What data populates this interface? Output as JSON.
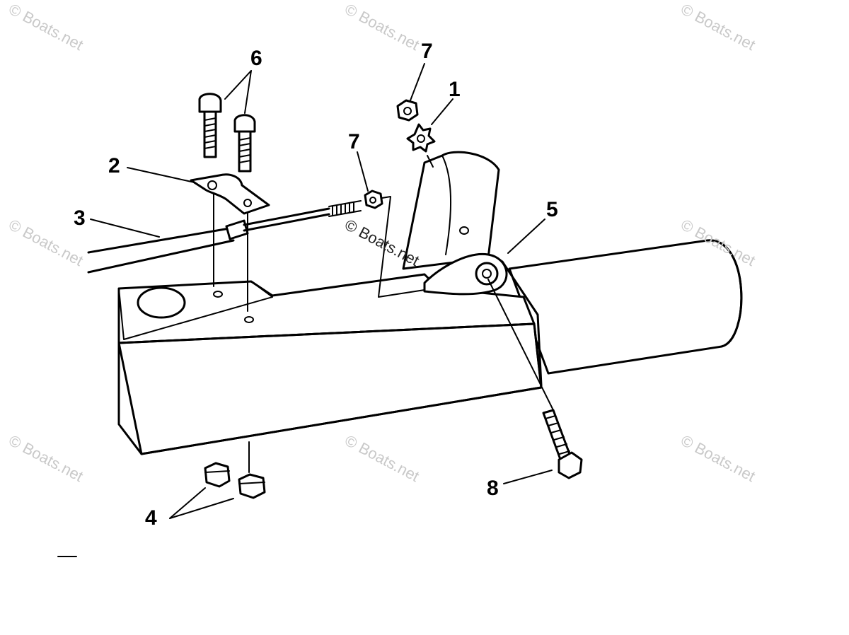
{
  "watermark": {
    "text": "© Boats.net"
  },
  "callouts": [
    {
      "id": "c1",
      "label": "1"
    },
    {
      "id": "c2",
      "label": "2"
    },
    {
      "id": "c3",
      "label": "3"
    },
    {
      "id": "c4",
      "label": "4"
    },
    {
      "id": "c5",
      "label": "5"
    },
    {
      "id": "c6",
      "label": "6"
    },
    {
      "id": "c7a",
      "label": "7"
    },
    {
      "id": "c7b",
      "label": "7"
    },
    {
      "id": "c8",
      "label": "8"
    }
  ]
}
